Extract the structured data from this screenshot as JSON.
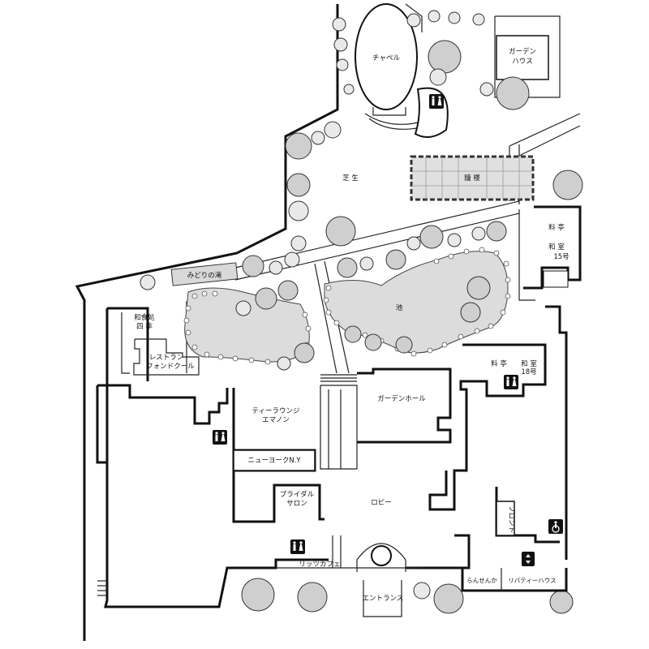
{
  "labels": {
    "chapel": "チャペル",
    "garden_house_1": "ガーデン",
    "garden_house_2": "ハウス",
    "lawn": "芝 生",
    "bell_tower": "鐘 楼",
    "midori_falls": "みどりの滝",
    "pond": "池",
    "ryotei_washitsu_15_1": "料 亭",
    "ryotei_washitsu_15_2": "和 室",
    "ryotei_washitsu_15_3": "15号",
    "shiki_1": "和食処",
    "shiki_2": "四 季",
    "fondcool_1": "レストラン",
    "fondcool_2": "フォンドクール",
    "ryotei_18_1": "料 亭",
    "ryotei_18_2": "和 室",
    "ryotei_18_3": "18号",
    "garden_hall": "ガーデンホール",
    "tea_lounge_1": "ティーラウンジ",
    "tea_lounge_2": "エマノン",
    "new_york": "ニューヨークN.Y",
    "bridal_salon_1": "ブライダル",
    "bridal_salon_2": "サロン",
    "lobby": "ロビー",
    "front": "フロント",
    "ritz_cafe": "リッツカフェ",
    "entrance": "エントランス",
    "rasenka": "らんせんか",
    "liberty_house": "リバティーハウス"
  },
  "icons": {
    "restroom": "restroom-icon",
    "wheelchair": "wheelchair-icon",
    "elevator": "elevator-icon"
  },
  "colors": {
    "line": "#111111",
    "tree_fill": "#e9e9e9",
    "pond_fill": "#dcdcdc",
    "bell_tower_fill": "#e0e0e0"
  }
}
